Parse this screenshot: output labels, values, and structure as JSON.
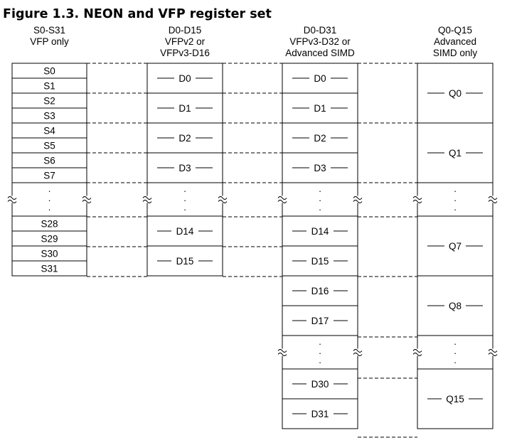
{
  "figure": {
    "title": "Figure 1.3. NEON and VFP register set"
  },
  "columns": [
    {
      "key": "s",
      "header": [
        "S0-S31",
        "VFP only"
      ],
      "registers": [
        "S0",
        "S1",
        "S2",
        "S3",
        "S4",
        "S5",
        "S6",
        "S7",
        "S28",
        "S29",
        "S30",
        "S31"
      ]
    },
    {
      "key": "d16",
      "header": [
        "D0-D15",
        "VFPv2 or",
        "VFPv3-D16"
      ],
      "registers": [
        "D0",
        "D1",
        "D2",
        "D3",
        "D14",
        "D15"
      ]
    },
    {
      "key": "d32",
      "header": [
        "D0-D31",
        "VFPv3-D32 or",
        "Advanced SIMD"
      ],
      "registers": [
        "D0",
        "D1",
        "D2",
        "D3",
        "D14",
        "D15",
        "D16",
        "D17",
        "D30",
        "D31"
      ]
    },
    {
      "key": "q",
      "header": [
        "Q0-Q15",
        "Advanced",
        "SIMD only"
      ],
      "registers": [
        "Q0",
        "Q1",
        "Q7",
        "Q8",
        "Q15"
      ]
    }
  ],
  "ellipsis": "."
}
